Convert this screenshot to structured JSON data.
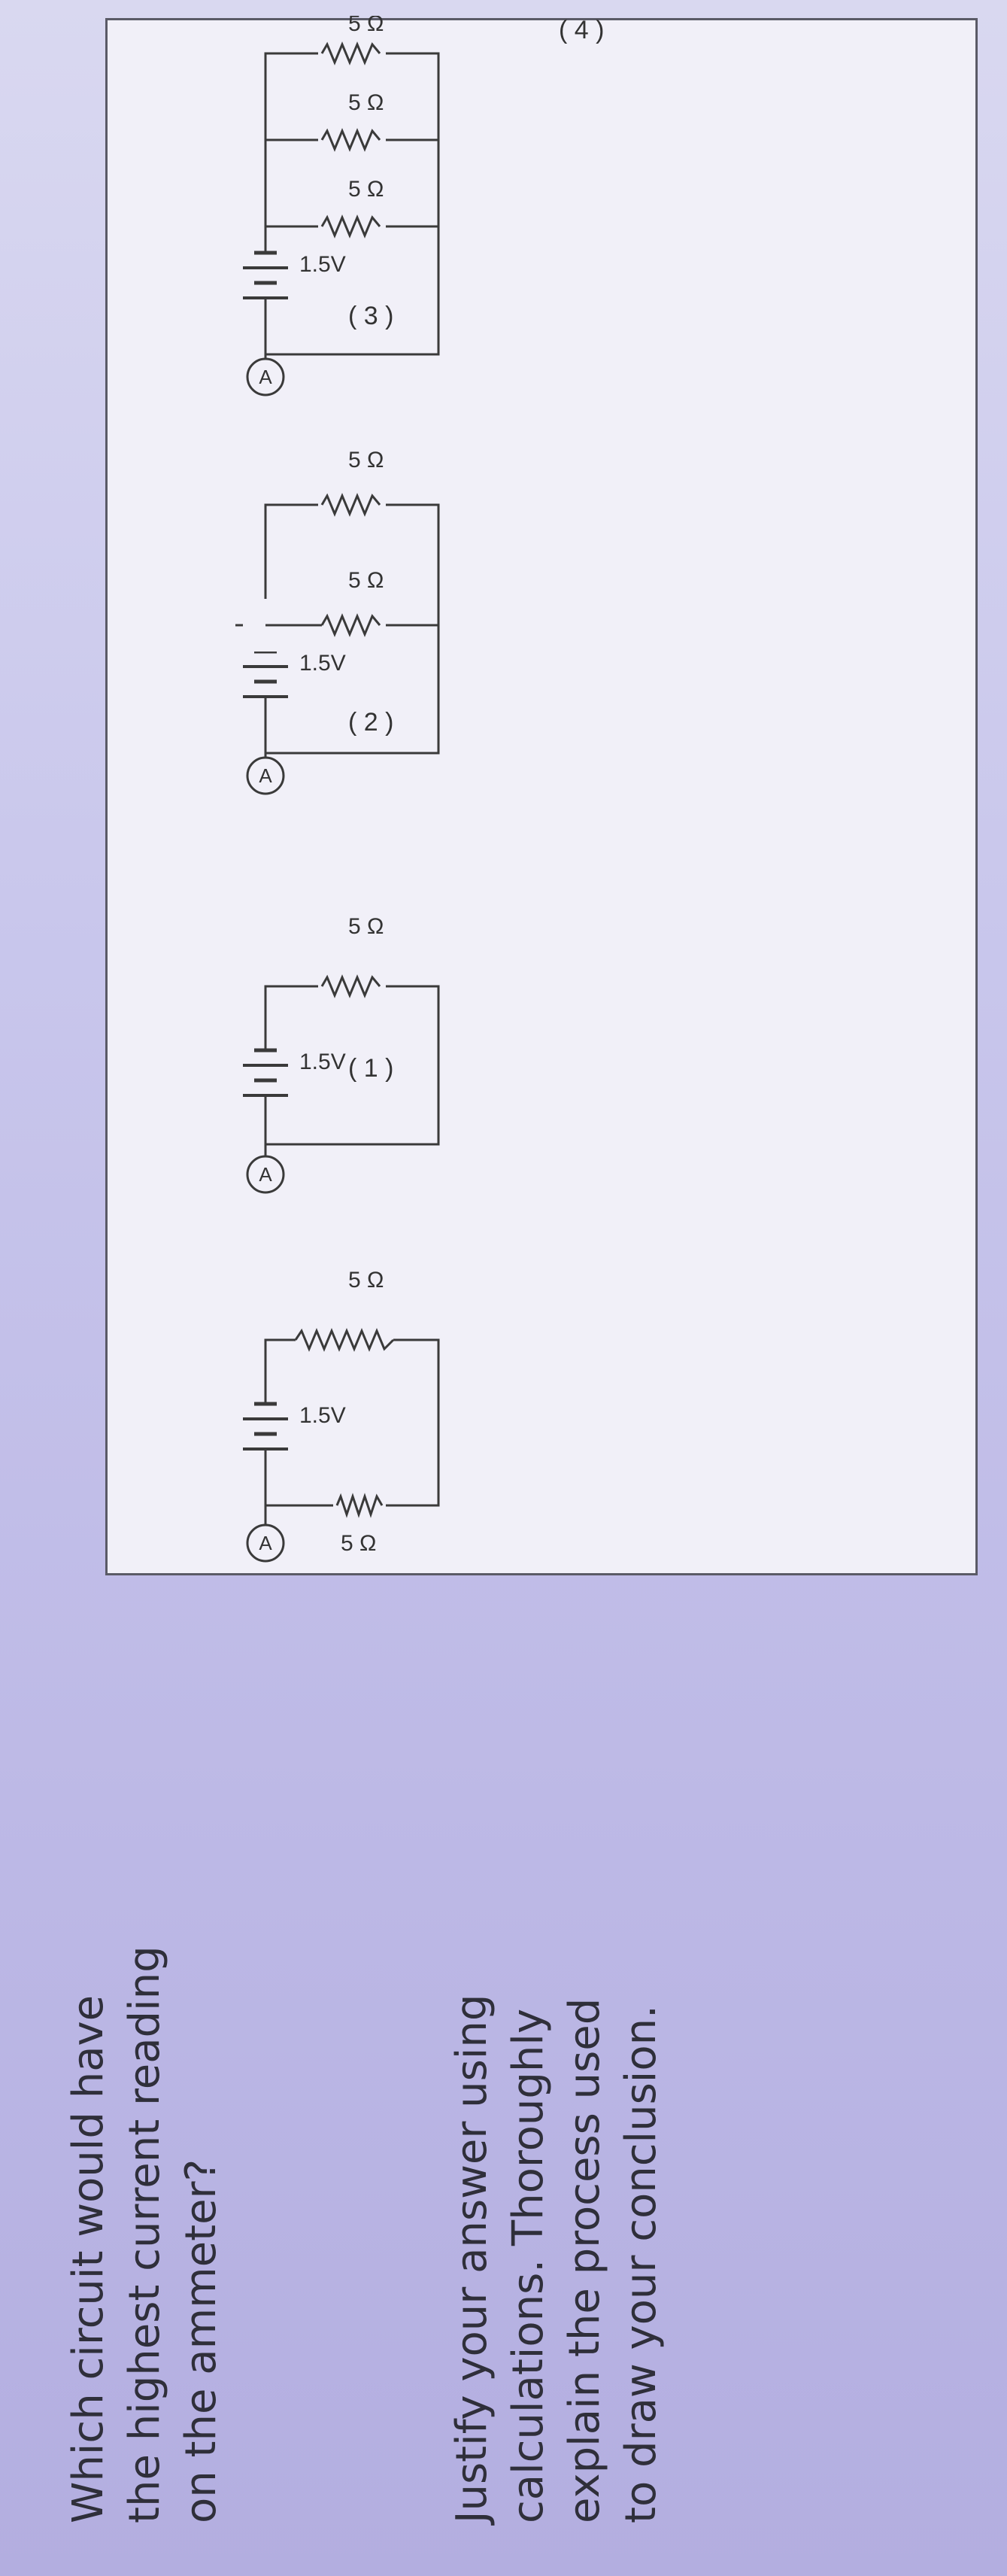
{
  "question": {
    "line_1": "Which circuit would have",
    "line_2": "the highest current reading",
    "line_3": "on the ammeter?"
  },
  "instruction": {
    "line_1": "Justify your answer using",
    "line_2": "calculations. Thoroughly",
    "line_3": "explain the process used",
    "line_4": "to draw your conclusion."
  },
  "circuits": [
    {
      "label": "( 1 )",
      "voltage": "1.5V",
      "ammeter": "A",
      "resistors": [
        "5 Ω",
        "5 Ω"
      ]
    },
    {
      "label": "( 2 )",
      "voltage": "1.5V",
      "ammeter": "A",
      "resistors": [
        "5 Ω"
      ]
    },
    {
      "label": "( 3 )",
      "voltage": "1.5V",
      "ammeter": "A",
      "resistors": [
        "5 Ω",
        "5 Ω"
      ]
    },
    {
      "label": "( 4 )",
      "voltage": "1.5V",
      "ammeter": "A",
      "resistors": [
        "5 Ω",
        "5 Ω",
        "5 Ω"
      ]
    }
  ]
}
